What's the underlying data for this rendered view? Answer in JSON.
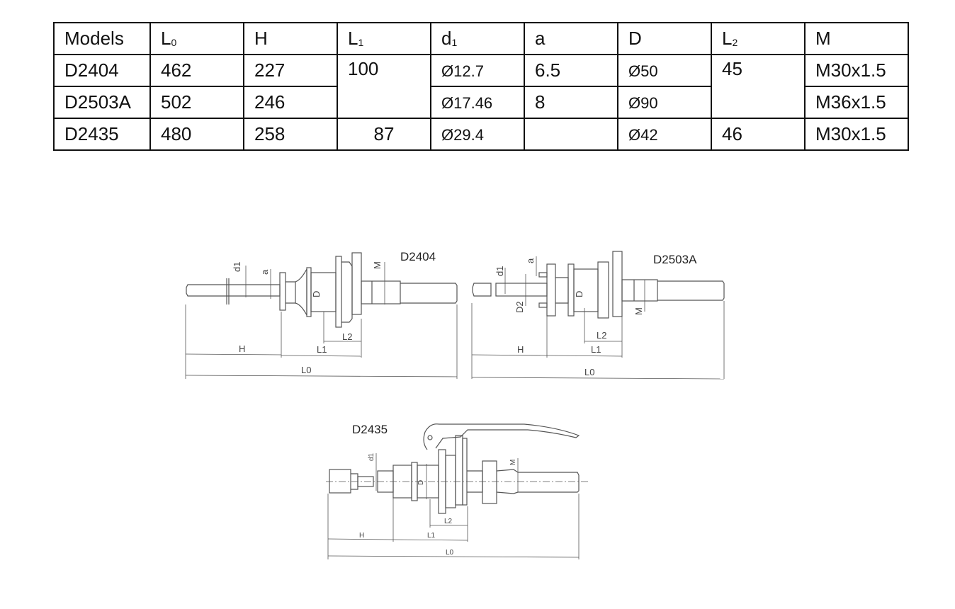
{
  "table": {
    "headers": [
      {
        "main": "Models",
        "sub": ""
      },
      {
        "main": "L",
        "sub": "0"
      },
      {
        "main": "H",
        "sub": ""
      },
      {
        "main": "L",
        "sub": "1"
      },
      {
        "main": "d",
        "sub": "1"
      },
      {
        "main": "a",
        "sub": ""
      },
      {
        "main": "D",
        "sub": ""
      },
      {
        "main": "L",
        "sub": "2"
      },
      {
        "main": "M",
        "sub": ""
      }
    ],
    "rows": [
      {
        "model": "D2404",
        "L0": "462",
        "H": "227",
        "L1": "100",
        "d1": "Ø12.7",
        "a": "6.5",
        "D": "Ø50",
        "L2": "45",
        "M": "M30x1.5"
      },
      {
        "model": "D2503A",
        "L0": "502",
        "H": "246",
        "L1": "",
        "d1": "Ø17.46",
        "a": "8",
        "D": "Ø90",
        "L2": "",
        "M": "M36x1.5"
      },
      {
        "model": "D2435",
        "L0": "480",
        "H": "258",
        "L1": "87",
        "d1": "Ø29.4",
        "a": "",
        "D": "Ø42",
        "L2": "46",
        "M": "M30x1.5"
      }
    ]
  },
  "drawings": [
    {
      "title": "D2404",
      "labels": {
        "d1": "d1",
        "a": "a",
        "D": "D",
        "M": "M",
        "H": "H",
        "L1": "L1",
        "L2": "L2",
        "L0": "L0"
      }
    },
    {
      "title": "D2503A",
      "labels": {
        "d1": "d1",
        "a": "a",
        "D2": "D2",
        "D": "D",
        "M": "M",
        "H": "H",
        "L1": "L1",
        "L2": "L2",
        "L0": "L0"
      }
    },
    {
      "title": "D2435",
      "labels": {
        "d1": "d1",
        "D": "D",
        "M": "M",
        "H": "H",
        "L1": "L1",
        "L2": "L2",
        "L0": "L0"
      }
    }
  ]
}
